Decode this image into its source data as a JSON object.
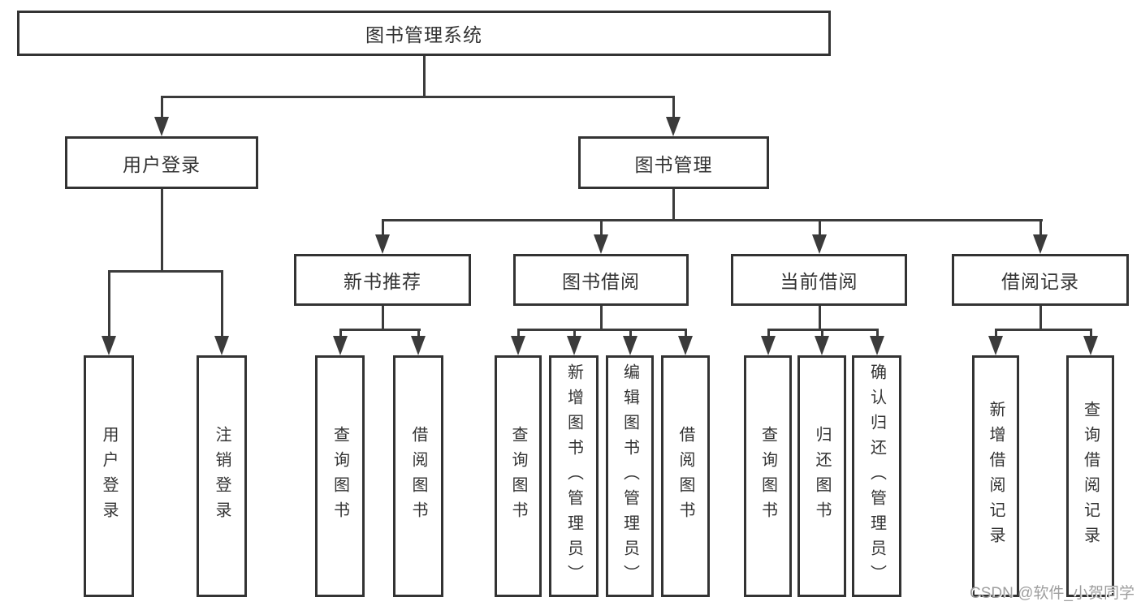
{
  "diagram": {
    "root": {
      "label": "图书管理系统"
    },
    "level2": [
      {
        "label": "用户登录"
      },
      {
        "label": "图书管理"
      }
    ],
    "level3": [
      {
        "label": "新书推荐"
      },
      {
        "label": "图书借阅"
      },
      {
        "label": "当前借阅"
      },
      {
        "label": "借阅记录"
      }
    ],
    "leaves": {
      "user_login": [
        "用户登录",
        "注销登录"
      ],
      "new_books": [
        "查询图书",
        "借阅图书"
      ],
      "book_borrowing": [
        "查询图书",
        "新增图书（管理员）",
        "编辑图书（管理员）",
        "借阅图书"
      ],
      "current_borrowing": [
        "查询图书",
        "归还图书",
        "确认归还（管理员）"
      ],
      "borrowing_records": [
        "新增借阅记录",
        "查询借阅记录"
      ]
    },
    "watermark": "CSDN @软件_小贺同学",
    "colors": {
      "line": "#3b3b3b",
      "border": "#333333",
      "text": "#333333",
      "watermark": "#9e9e9e",
      "background": "#ffffff"
    }
  }
}
